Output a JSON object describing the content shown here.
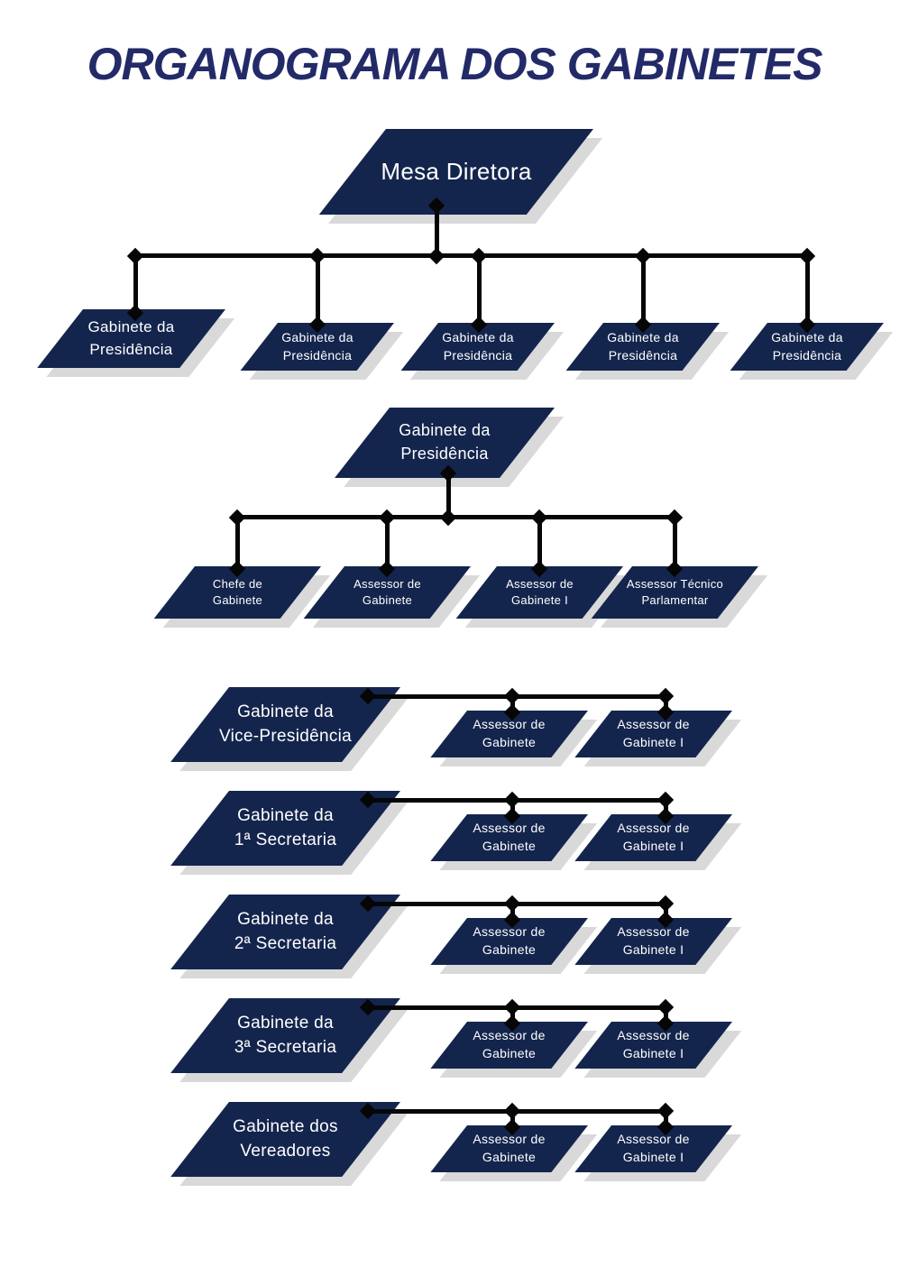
{
  "title": "ORGANOGRAMA DOS GABINETES",
  "colors": {
    "node_fill": "#14254d",
    "node_text": "#ffffff",
    "title_text": "#232a68",
    "shadow": "#d9d9d9",
    "connector": "#060606",
    "background": "#ffffff"
  },
  "mesa": {
    "lines": [
      "Mesa Diretora"
    ]
  },
  "level1": [
    {
      "lines": [
        "Gabinete da",
        "Presidência"
      ]
    },
    {
      "lines": [
        "Gabinete da",
        "Presidência"
      ]
    },
    {
      "lines": [
        "Gabinete da",
        "Presidência"
      ]
    },
    {
      "lines": [
        "Gabinete da",
        "Presidência"
      ]
    },
    {
      "lines": [
        "Gabinete da",
        "Presidência"
      ]
    }
  ],
  "presidencia": {
    "header": {
      "lines": [
        "Gabinete da",
        "Presidência"
      ]
    },
    "children": [
      {
        "lines": [
          "Chefe de",
          "Gabinete"
        ]
      },
      {
        "lines": [
          "Assessor de",
          "Gabinete"
        ]
      },
      {
        "lines": [
          "Assessor de",
          "Gabinete I"
        ]
      },
      {
        "lines": [
          "Assessor Técnico",
          "Parlamentar"
        ]
      }
    ]
  },
  "gabinetes": [
    {
      "lines": [
        "Gabinete da",
        "Vice-Presidência"
      ],
      "children": [
        {
          "lines": [
            "Assessor de",
            "Gabinete"
          ]
        },
        {
          "lines": [
            "Assessor de",
            "Gabinete I"
          ]
        }
      ]
    },
    {
      "lines": [
        "Gabinete da",
        "1ª Secretaria"
      ],
      "children": [
        {
          "lines": [
            "Assessor de",
            "Gabinete"
          ]
        },
        {
          "lines": [
            "Assessor de",
            "Gabinete I"
          ]
        }
      ]
    },
    {
      "lines": [
        "Gabinete da",
        "2ª Secretaria"
      ],
      "children": [
        {
          "lines": [
            "Assessor de",
            "Gabinete"
          ]
        },
        {
          "lines": [
            "Assessor de",
            "Gabinete I"
          ]
        }
      ]
    },
    {
      "lines": [
        "Gabinete da",
        "3ª Secretaria"
      ],
      "children": [
        {
          "lines": [
            "Assessor de",
            "Gabinete"
          ]
        },
        {
          "lines": [
            "Assessor de",
            "Gabinete I"
          ]
        }
      ]
    },
    {
      "lines": [
        "Gabinete dos",
        "Vereadores"
      ],
      "children": [
        {
          "lines": [
            "Assessor de",
            "Gabinete"
          ]
        },
        {
          "lines": [
            "Assessor de",
            "Gabinete I"
          ]
        }
      ]
    }
  ]
}
